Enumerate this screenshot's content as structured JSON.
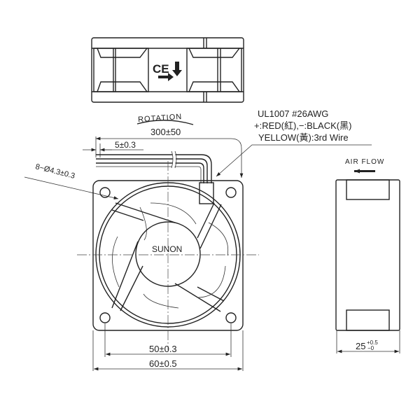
{
  "wire_spec": {
    "line1": "UL1007  #26AWG",
    "line2": "+:RED(紅),−:BLACK(黑)",
    "line3": "YELLOW(黃):3rd  Wire"
  },
  "rotation_label": "ROTATION",
  "air_flow_label": "AIR FLOW",
  "brand": "SUNON",
  "certification_mark": "CE",
  "dimensions": {
    "lead_length": "300±50",
    "strip_length": "5±0.3",
    "mounting_holes": "8−Ø4.3±0.3",
    "hole_pitch": "50±0.3",
    "frame_size": "60±0.5",
    "thickness": "25",
    "thickness_tol_upper": "+0.5",
    "thickness_tol_lower": "−0"
  }
}
